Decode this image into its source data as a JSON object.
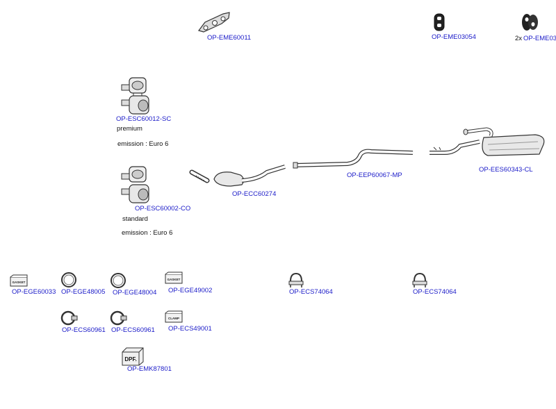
{
  "parts": {
    "eme60011": {
      "code": "OP-EME60011"
    },
    "eme03054": {
      "code": "OP-EME03054"
    },
    "eme03_x2": {
      "qty": "2x",
      "code": "OP-EME03"
    },
    "esc60012": {
      "code": "OP-ESC60012-SC",
      "grade": "premium",
      "emission": "emission : Euro 6"
    },
    "esc60002": {
      "code": "OP-ESC60002-CO",
      "grade": "standard",
      "emission": "emission : Euro 6"
    },
    "ecc60274": {
      "code": "OP-ECC60274"
    },
    "eep60067": {
      "code": "OP-EEP60067-MP"
    },
    "ees60343": {
      "code": "OP-EES60343-CL"
    },
    "ege60033": {
      "code": "OP-EGE60033",
      "box_text": "GASKET"
    },
    "ege48005": {
      "code": "OP-EGE48005"
    },
    "ege48004": {
      "code": "OP-EGE48004"
    },
    "ege49002": {
      "code": "OP-EGE49002",
      "box_text": "GASKET"
    },
    "ecs74064_a": {
      "code": "OP-ECS74064"
    },
    "ecs74064_b": {
      "code": "OP-ECS74064"
    },
    "ecs60961_a": {
      "code": "OP-ECS60961"
    },
    "ecs60961_b": {
      "code": "OP-ECS60961"
    },
    "ecs49001": {
      "code": "OP-ECS49001",
      "box_text": "CLAMP"
    },
    "emk87801": {
      "code": "OP-EMK87801",
      "box_text": "DPF."
    }
  },
  "colors": {
    "link": "#1a1ac8",
    "line": "#333333",
    "fill": "#e6e6e6"
  }
}
